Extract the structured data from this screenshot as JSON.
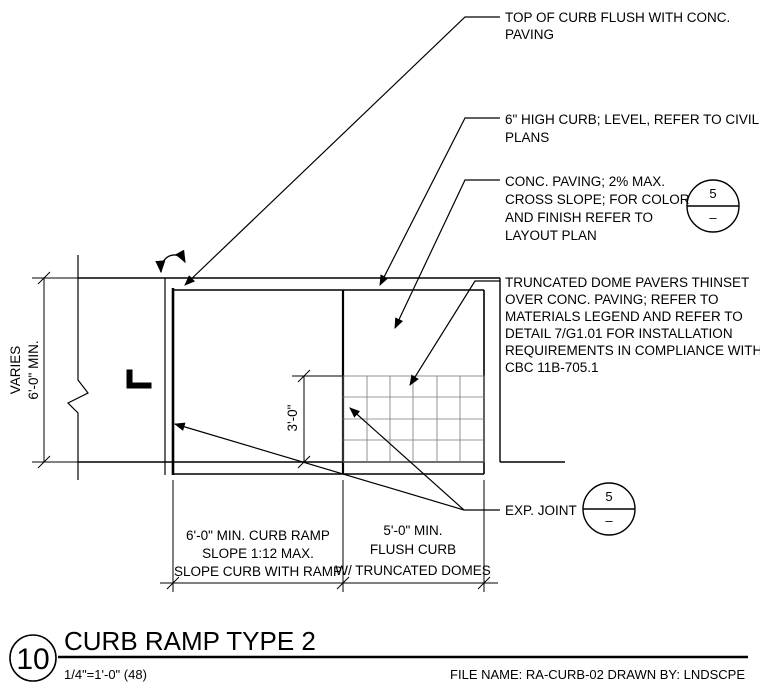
{
  "notes": {
    "top_curb": [
      "TOP OF CURB FLUSH WITH CONC.",
      "PAVING"
    ],
    "high_curb": [
      "6\" HIGH CURB; LEVEL, REFER TO CIVIL",
      "PLANS"
    ],
    "paving": [
      "CONC. PAVING; 2% MAX.",
      "CROSS SLOPE; FOR COLOR",
      "AND FINISH REFER TO",
      "LAYOUT PLAN"
    ],
    "pavers": [
      "TRUNCATED DOME PAVERS THINSET",
      "OVER CONC. PAVING; REFER TO",
      "MATERIALS LEGEND AND REFER TO",
      "DETAIL 7/G1.01 FOR INSTALLATION",
      "REQUIREMENTS IN COMPLIANCE WITH",
      "CBC 11B-705.1"
    ],
    "exp_joint": "EXP. JOINT"
  },
  "callouts": {
    "paving_ref": {
      "number": "5",
      "sheet": "–"
    },
    "joint_ref": {
      "number": "5",
      "sheet": "–"
    }
  },
  "dims": {
    "varies": "VARIES",
    "min_width": "6'-0\" MIN.",
    "dome_depth": "3'-0\"",
    "ramp": [
      "6'-0\" MIN. CURB RAMP",
      "SLOPE 1:12 MAX.",
      "SLOPE CURB WITH RAMP"
    ],
    "flush": [
      "5'-0\" MIN.",
      "FLUSH CURB",
      "W/ TRUNCATED DOMES"
    ]
  },
  "title_block": {
    "detail_number": "10",
    "title": "CURB RAMP TYPE 2",
    "scale": "1/4\"=1'-0\"  (48)",
    "file_name": "FILE NAME: RA-CURB-02  DRAWN BY:  LNDSCPE"
  }
}
